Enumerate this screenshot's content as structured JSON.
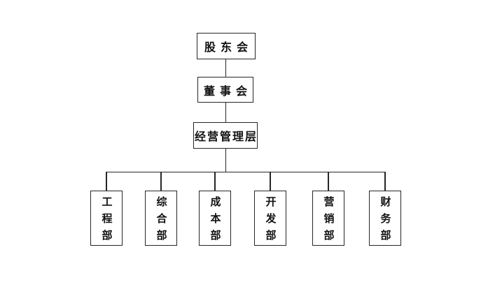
{
  "org_chart": {
    "line_color": "#262626",
    "background": "#ffffff",
    "levels": [
      {
        "label": "股东会"
      },
      {
        "label": "董事会"
      },
      {
        "label": "经营管理层"
      }
    ],
    "departments": [
      {
        "label": "工程部"
      },
      {
        "label": "综合部"
      },
      {
        "label": "成本部"
      },
      {
        "label": "开发部"
      },
      {
        "label": "营销部"
      },
      {
        "label": "财务部"
      }
    ]
  }
}
